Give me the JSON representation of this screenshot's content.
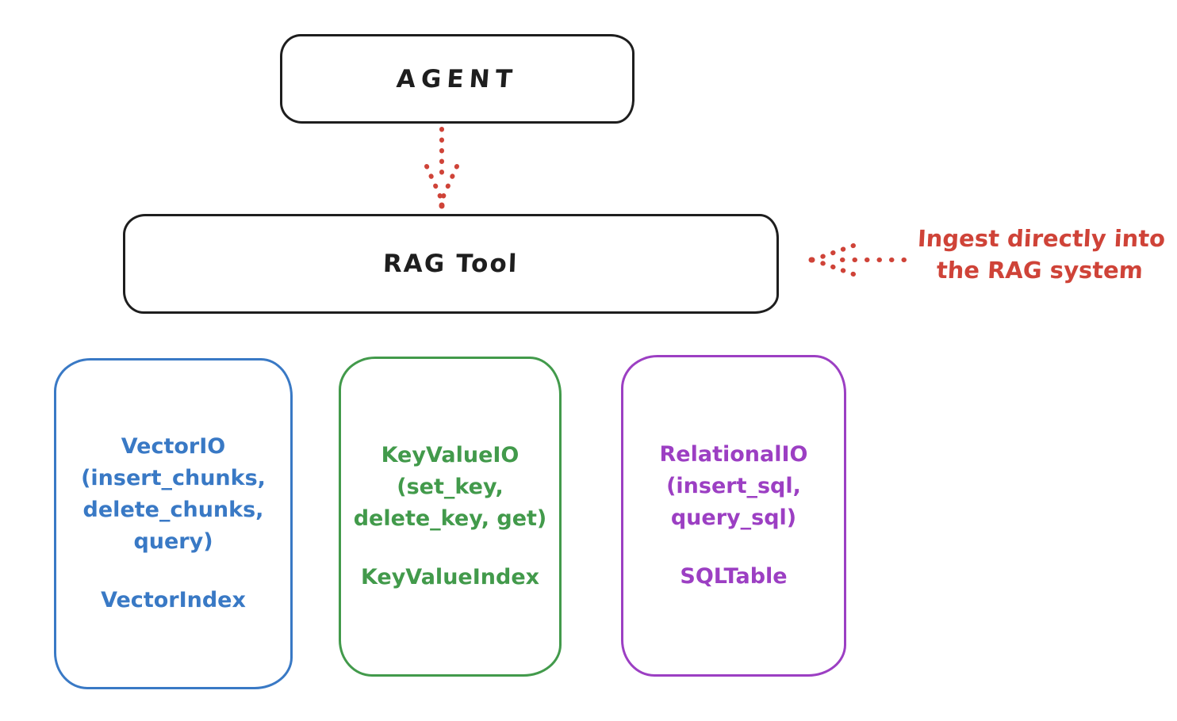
{
  "diagram": {
    "agent_box": {
      "label": "AGENT"
    },
    "rag_tool_box": {
      "label": "RAG Tool"
    },
    "annotation": {
      "line1": "Ingest directly into",
      "line2": "the RAG system"
    },
    "io_boxes": [
      {
        "name": "vector-io",
        "color_key": "blue",
        "lines": [
          "VectorIO",
          "(insert_chunks,",
          "delete_chunks,",
          "query)"
        ],
        "index_label": "VectorIndex"
      },
      {
        "name": "keyvalue-io",
        "color_key": "green",
        "lines": [
          "KeyValueIO",
          "(set_key,",
          "delete_key, get)"
        ],
        "index_label": "KeyValueIndex"
      },
      {
        "name": "relational-io",
        "color_key": "purple",
        "lines": [
          "RelationalIO",
          "(insert_sql,",
          "query_sql)"
        ],
        "index_label": "SQLTable"
      }
    ],
    "colors": {
      "ink": "#1e1e1e",
      "red": "#cf4338",
      "blue": "#3979c5",
      "green": "#429a4b",
      "purple": "#9c3fc3"
    }
  }
}
